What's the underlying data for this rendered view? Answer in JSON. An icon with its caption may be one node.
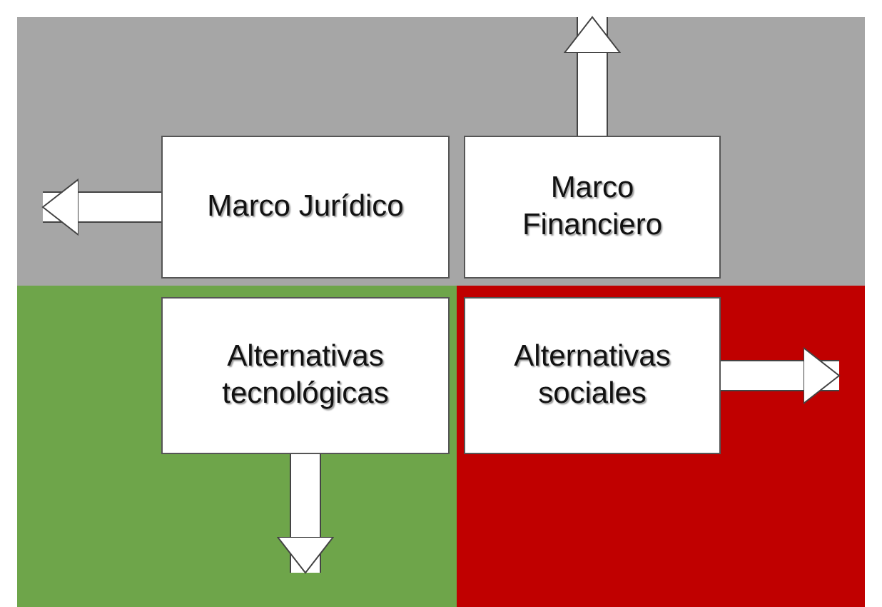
{
  "diagram": {
    "nodes": [
      {
        "text": [
          "Marco Jurídico"
        ]
      },
      {
        "text": [
          "Marco Financiero"
        ]
      },
      {
        "text": [
          "Alternativas tecnológicas"
        ]
      },
      {
        "text": [
          "Alternativas sociales"
        ]
      }
    ],
    "edges": [
      {
        "from": 0,
        "to": null,
        "arrow": "to"
      },
      {
        "from": 1,
        "to": null,
        "arrow": "to"
      },
      {
        "from": 2,
        "to": null,
        "arrow": "to"
      },
      {
        "from": 3,
        "to": null,
        "arrow": "to"
      }
    ]
  }
}
